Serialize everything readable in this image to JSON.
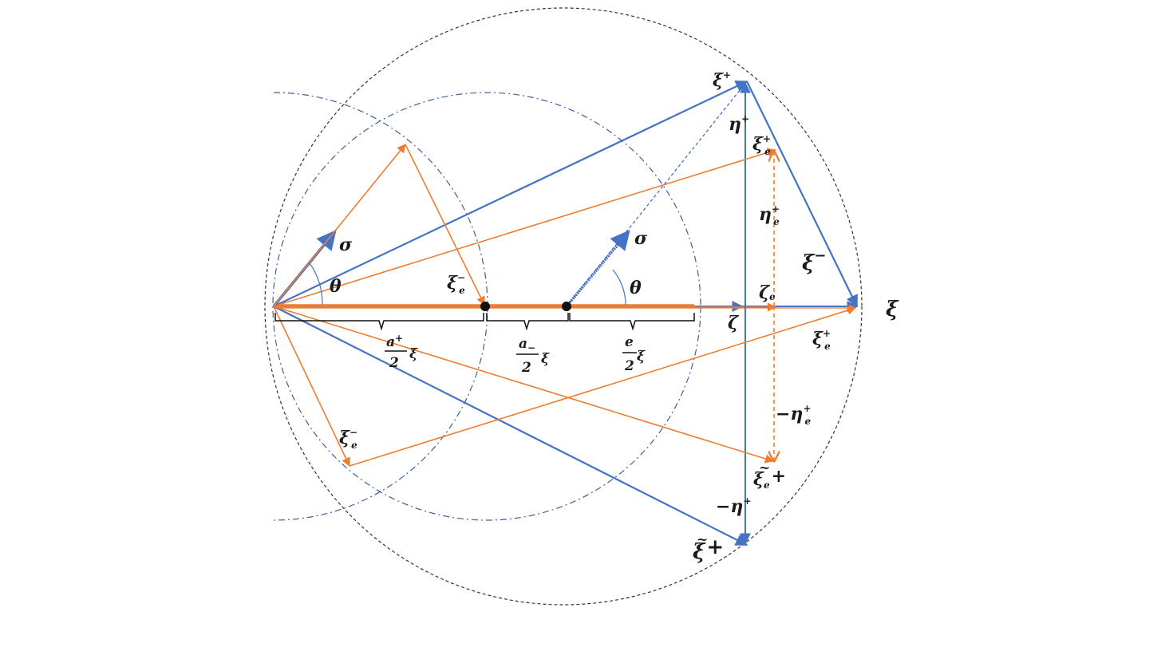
{
  "labels": {
    "xi": "ξ",
    "xi_plus": "ξ",
    "xi_plus_sup": "+",
    "xi_minus": "ξ",
    "xi_minus_sup": "−",
    "xi_tilde_plus": "ξ",
    "xi_tilde_plus_suffix": "+",
    "eta_plus": "η",
    "eta_plus_sup": "+",
    "neg_eta_plus": "−η",
    "neg_eta_plus_sup": "+",
    "xi_e_plus_top": "ξ",
    "xi_e_plus_top_sub": "e",
    "xi_e_plus_top_sup": "+",
    "eta_e_plus": "η",
    "eta_e_plus_sub": "e",
    "eta_e_plus_sup": "+",
    "zeta_e": "ζ",
    "zeta_e_sub": "e",
    "zeta": "ζ",
    "xi_e_plus_right": "ξ",
    "xi_e_plus_right_sub": "e",
    "xi_e_plus_right_sup": "+",
    "neg_eta_e_plus": "−η",
    "neg_eta_e_plus_sub": "e",
    "neg_eta_e_plus_sup": "+",
    "xi_e_tilde_plus": "ξ",
    "xi_e_tilde_plus_sub": "e",
    "xi_e_tilde_plus_suffix": "+",
    "xi_e_minus_upper": "ξ",
    "xi_e_minus_upper_sub": "e",
    "xi_e_minus_upper_sup": "−",
    "xi_e_minus_lower": "ξ",
    "xi_e_minus_lower_sub": "e",
    "xi_e_minus_lower_sup": "−",
    "sigma_left": "σ",
    "sigma_mid": "σ",
    "theta_left": "θ",
    "theta_mid": "θ",
    "frac_a_plus_num": "a",
    "frac_a_plus_num_sub": "+",
    "frac_a_plus_den": "2",
    "frac_a_plus_var": "ξ",
    "frac_a_minus_num": "a",
    "frac_a_minus_num_sub": "−",
    "frac_a_minus_den": "2",
    "frac_a_minus_var": "ξ",
    "frac_e_num": "e",
    "frac_e_den": "2",
    "frac_e_var": "ξ",
    "tilde": "~"
  },
  "colors": {
    "blue": "#4472c4",
    "orange": "#ed7d31",
    "black": "#1a1a1a",
    "circle": "#333333",
    "dashdot": "#3f5f9f"
  }
}
